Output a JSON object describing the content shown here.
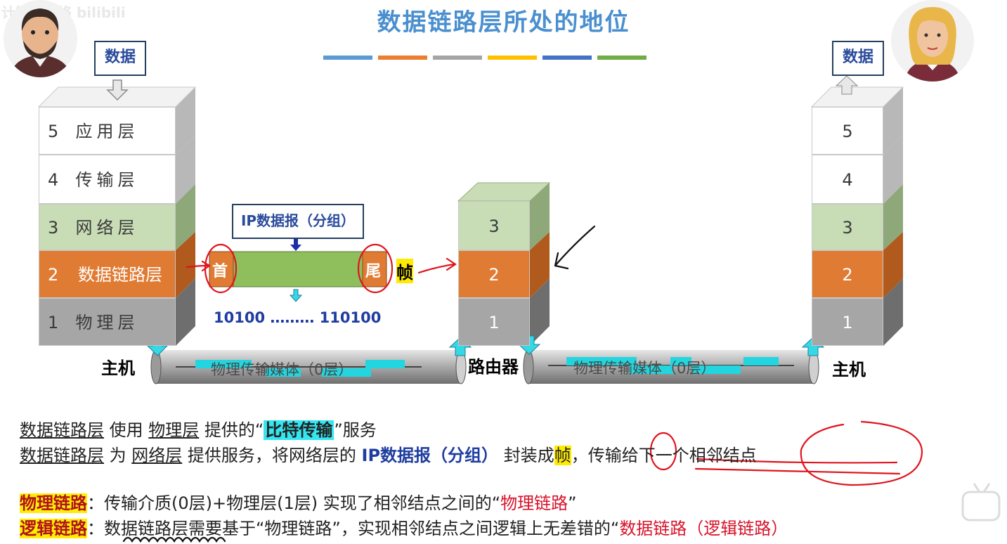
{
  "title": "数据链路层所处的地位",
  "watermark": "计算机网络 bilibili",
  "title_bar_colors": [
    "#5b9bd5",
    "#ed7d31",
    "#a5a5a5",
    "#ffc000",
    "#4472c4",
    "#70ad47"
  ],
  "data_box": "数据",
  "left_stack": [
    {
      "num": "5",
      "label": "应用层"
    },
    {
      "num": "4",
      "label": "传输层"
    },
    {
      "num": "3",
      "label": "网络层"
    },
    {
      "num": "2",
      "label": "数据链路层"
    },
    {
      "num": "1",
      "label": "物理层"
    }
  ],
  "router_stack": [
    "3",
    "2",
    "1"
  ],
  "right_stack": [
    "5",
    "4",
    "3",
    "2",
    "1"
  ],
  "frame": {
    "ip_label": "IP数据报（分组）",
    "head": "首",
    "tail": "尾",
    "frame_label": "帧",
    "bits": "10100 ……… 110100"
  },
  "labels": {
    "host_left": "主机",
    "router": "路由器",
    "host_right": "主机"
  },
  "medium": {
    "left": "物理传输媒体（0层）",
    "right": "物理传输媒体（0层）"
  },
  "text": {
    "line1": {
      "a": "数据链路层",
      "b": " 使用 ",
      "c": "物理层",
      "d": " 提供的“",
      "e": "比特传输",
      "f": "”服务"
    },
    "line2": {
      "a": "数据链路层",
      "b": " 为 ",
      "c": "网络层",
      "d": " 提供服务，将网络层的 ",
      "e": "IP数据报（分组）",
      "f": " 封装成",
      "g": "帧",
      "h": "，",
      "i": "传输给下一个相邻结点"
    },
    "line3": {
      "tag": "物理链路",
      "colon": "：",
      "body": "传输介质(0层)+物理层(1层) 实现了相邻结点之间的“",
      "red": "物理链路",
      "end": "”"
    },
    "line4": {
      "tag": "逻辑链路",
      "colon": "：",
      "body": "数据链路层需要基于“物理链路”，实现相邻结点之间逻辑上无差错的“",
      "red": "数据链路（逻辑链路）",
      "end": ""
    }
  }
}
